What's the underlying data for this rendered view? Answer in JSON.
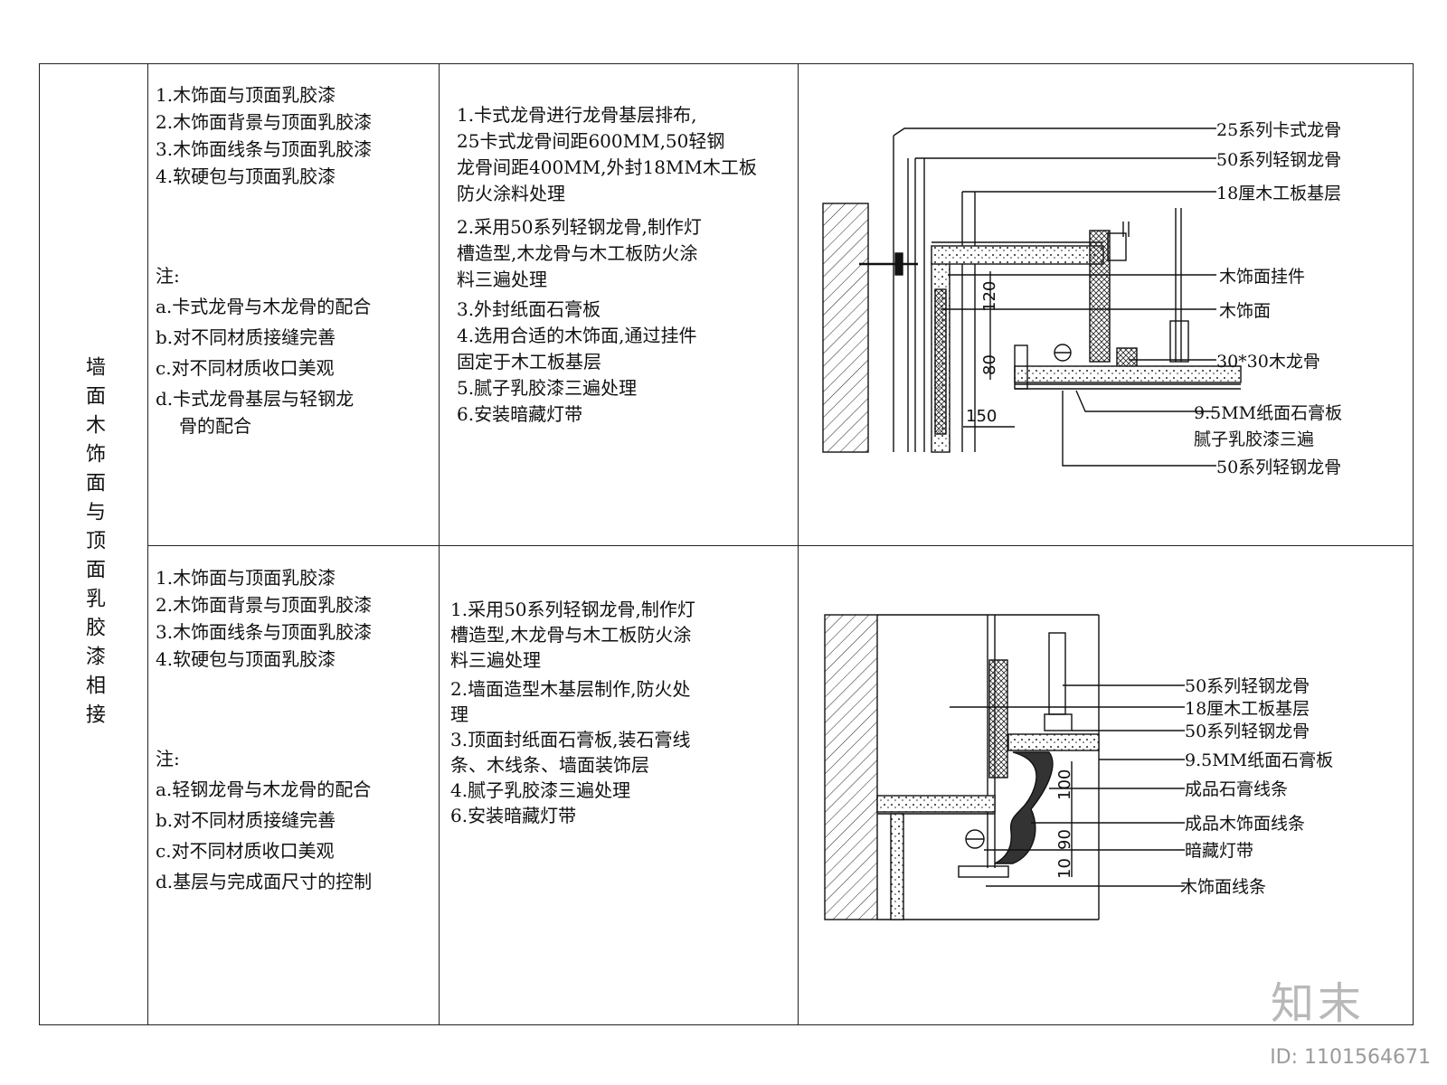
{
  "title": "墙面木饰面与顶面乳胶漆相接",
  "rows": [
    {
      "types": [
        "1.木饰面与顶面乳胶漆",
        "2.木饰面背景与顶面乳胶漆",
        "3.木饰面线条与顶面乳胶漆",
        "4.软硬包与顶面乳胶漆"
      ],
      "note_label": "注:",
      "notes": [
        "a.卡式龙骨与木龙骨的配合",
        "b.对不同材质接缝完善",
        "c.对不同材质收口美观",
        "d.卡式龙骨基层与轻钢龙",
        "骨的配合"
      ],
      "steps": [
        "1.卡式龙骨进行龙骨基层排布,",
        "25卡式龙骨间距600MM,50轻钢",
        "龙骨间距400MM,外封18MM木工板",
        "防火涂料处理",
        "2.采用50系列轻钢龙骨,制作灯",
        "槽造型,木龙骨与木工板防火涂",
        "料三遍处理",
        "3.外封纸面石膏板",
        "4.选用合适的木饰面,通过挂件",
        "固定于木工板基层",
        "5.腻子乳胶漆三遍处理",
        "6.安装暗藏灯带"
      ],
      "diagram": {
        "labels": [
          "25系列卡式龙骨",
          "50系列轻钢龙骨",
          "18厘木工板基层",
          "木饰面挂件",
          "木饰面",
          "30*30木龙骨",
          "9.5MM纸面石膏板",
          "腻子乳胶漆三遍",
          "50系列轻钢龙骨"
        ],
        "dims": [
          "120",
          "80",
          "150"
        ]
      }
    },
    {
      "types": [
        "1.木饰面与顶面乳胶漆",
        "2.木饰面背景与顶面乳胶漆",
        "3.木饰面线条与顶面乳胶漆",
        "4.软硬包与顶面乳胶漆"
      ],
      "note_label": "注:",
      "notes": [
        "a.轻钢龙骨与木龙骨的配合",
        "b.对不同材质接缝完善",
        "c.对不同材质收口美观",
        "d.基层与完成面尺寸的控制"
      ],
      "steps": [
        "1.采用50系列轻钢龙骨,制作灯",
        "槽造型,木龙骨与木工板防火涂",
        "料三遍处理",
        "2.墙面造型木基层制作,防火处",
        "理",
        "3.顶面封纸面石膏板,装石膏线",
        "条、木线条、墙面装饰层",
        "4.腻子乳胶漆三遍处理",
        "6.安装暗藏灯带"
      ],
      "diagram": {
        "labels": [
          "50系列轻钢龙骨",
          "18厘木工板基层",
          "50系列轻钢龙骨",
          "9.5MM纸面石膏板",
          "成品石膏线条",
          "成品木饰面线条",
          "暗藏灯带",
          "木饰面线条"
        ],
        "dims": [
          "100",
          "90",
          "10"
        ]
      }
    }
  ],
  "watermark_id": "ID: 1101564671",
  "logo_text": "知末"
}
